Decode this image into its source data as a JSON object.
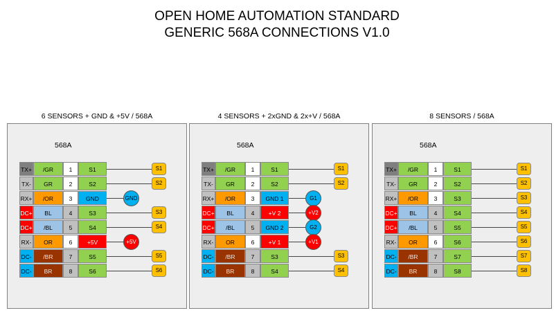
{
  "title_line1": "OPEN HOME AUTOMATION STANDARD",
  "title_line2": "GENERIC 568A CONNECTIONS V1.0",
  "colors": {
    "gray_dark": "#7f7f7f",
    "gray_light": "#c0c0c0",
    "green": "#92d050",
    "orange": "#ff9900",
    "blue": "#00b0f0",
    "light_blue": "#9dc3e6",
    "brown": "#993300",
    "red": "#ff0000",
    "white": "#ffffff",
    "yellow": "#ffc000"
  },
  "panels": [
    {
      "title": "6 SENSORS + GND & +5V / 568A",
      "label": "568A",
      "rows": [
        {
          "sig": "TX+",
          "sigc": "gray_dark",
          "pair": "/GR",
          "pairc": "green",
          "pin": "1",
          "pinc": "white",
          "name": "S1",
          "namec": "green",
          "end": {
            "type": "box",
            "text": "S1",
            "color": "yellow"
          }
        },
        {
          "sig": "TX-",
          "sigc": "gray_light",
          "pair": "GR",
          "pairc": "green",
          "pin": "2",
          "pinc": "white",
          "name": "S2",
          "namec": "green",
          "end": {
            "type": "box",
            "text": "S2",
            "color": "yellow"
          }
        },
        {
          "sig": "RX+",
          "sigc": "gray_light",
          "pair": "/OR",
          "pairc": "orange",
          "pin": "3",
          "pinc": "white",
          "name": "GND",
          "namec": "blue",
          "end": {
            "type": "circle",
            "text": "GND",
            "color": "blue"
          }
        },
        {
          "sig": "DC+",
          "sigc": "red",
          "pair": "BL",
          "pairc": "light_blue",
          "pin": "4",
          "pinc": "gray_light",
          "name": "S3",
          "namec": "green",
          "end": {
            "type": "box",
            "text": "S3",
            "color": "yellow"
          }
        },
        {
          "sig": "DC+",
          "sigc": "red",
          "pair": "/BL",
          "pairc": "light_blue",
          "pin": "5",
          "pinc": "gray_light",
          "name": "S4",
          "namec": "green",
          "end": {
            "type": "box",
            "text": "S4",
            "color": "yellow"
          }
        },
        {
          "sig": "RX-",
          "sigc": "gray_light",
          "pair": "OR",
          "pairc": "orange",
          "pin": "6",
          "pinc": "white",
          "name": "+5V",
          "namec": "red",
          "end": {
            "type": "circle",
            "text": "+5V",
            "color": "red"
          }
        },
        {
          "sig": "DC-",
          "sigc": "blue",
          "pair": "/BR",
          "pairc": "brown",
          "pin": "7",
          "pinc": "gray_light",
          "name": "S5",
          "namec": "green",
          "end": {
            "type": "box",
            "text": "S5",
            "color": "yellow"
          }
        },
        {
          "sig": "DC-",
          "sigc": "blue",
          "pair": "BR",
          "pairc": "brown",
          "pin": "8",
          "pinc": "gray_light",
          "name": "S6",
          "namec": "green",
          "end": {
            "type": "box",
            "text": "S6",
            "color": "yellow"
          }
        }
      ]
    },
    {
      "title": "4 SENSORS + 2xGND & 2x+V / 568A",
      "label": "568A",
      "rows": [
        {
          "sig": "TX+",
          "sigc": "gray_dark",
          "pair": "/GR",
          "pairc": "green",
          "pin": "1",
          "pinc": "white",
          "name": "S1",
          "namec": "green",
          "end": {
            "type": "box",
            "text": "S1",
            "color": "yellow"
          }
        },
        {
          "sig": "TX-",
          "sigc": "gray_light",
          "pair": "GR",
          "pairc": "green",
          "pin": "2",
          "pinc": "white",
          "name": "S2",
          "namec": "green",
          "end": {
            "type": "box",
            "text": "S2",
            "color": "yellow"
          }
        },
        {
          "sig": "RX+",
          "sigc": "gray_light",
          "pair": "/OR",
          "pairc": "orange",
          "pin": "3",
          "pinc": "white",
          "name": "GND 1",
          "namec": "blue",
          "end": {
            "type": "circle",
            "text": "G1",
            "color": "blue"
          }
        },
        {
          "sig": "DC+",
          "sigc": "red",
          "pair": "BL",
          "pairc": "light_blue",
          "pin": "4",
          "pinc": "gray_light",
          "name": "+V 2",
          "namec": "red",
          "end": {
            "type": "circle",
            "text": "+V2",
            "color": "red"
          }
        },
        {
          "sig": "DC+",
          "sigc": "red",
          "pair": "/BL",
          "pairc": "light_blue",
          "pin": "5",
          "pinc": "gray_light",
          "name": "GND 2",
          "namec": "blue",
          "end": {
            "type": "circle",
            "text": "G2",
            "color": "blue"
          }
        },
        {
          "sig": "RX-",
          "sigc": "gray_light",
          "pair": "OR",
          "pairc": "orange",
          "pin": "6",
          "pinc": "white",
          "name": "+V 1",
          "namec": "red",
          "end": {
            "type": "circle",
            "text": "+V1",
            "color": "red"
          }
        },
        {
          "sig": "DC-",
          "sigc": "blue",
          "pair": "/BR",
          "pairc": "brown",
          "pin": "7",
          "pinc": "gray_light",
          "name": "S3",
          "namec": "green",
          "end": {
            "type": "box",
            "text": "S3",
            "color": "yellow"
          }
        },
        {
          "sig": "DC-",
          "sigc": "blue",
          "pair": "BR",
          "pairc": "brown",
          "pin": "8",
          "pinc": "gray_light",
          "name": "S4",
          "namec": "green",
          "end": {
            "type": "box",
            "text": "S4",
            "color": "yellow"
          }
        }
      ]
    },
    {
      "title": "8 SENSORS / 568A",
      "label": "568A",
      "rows": [
        {
          "sig": "TX+",
          "sigc": "gray_dark",
          "pair": "/GR",
          "pairc": "green",
          "pin": "1",
          "pinc": "white",
          "name": "S1",
          "namec": "green",
          "end": {
            "type": "box",
            "text": "S1",
            "color": "yellow"
          }
        },
        {
          "sig": "TX-",
          "sigc": "gray_light",
          "pair": "GR",
          "pairc": "green",
          "pin": "2",
          "pinc": "white",
          "name": "S2",
          "namec": "green",
          "end": {
            "type": "box",
            "text": "S2",
            "color": "yellow"
          }
        },
        {
          "sig": "RX+",
          "sigc": "gray_light",
          "pair": "/OR",
          "pairc": "orange",
          "pin": "3",
          "pinc": "white",
          "name": "S3",
          "namec": "green",
          "end": {
            "type": "box",
            "text": "S3",
            "color": "yellow"
          }
        },
        {
          "sig": "DC+",
          "sigc": "red",
          "pair": "BL",
          "pairc": "light_blue",
          "pin": "4",
          "pinc": "gray_light",
          "name": "S4",
          "namec": "green",
          "end": {
            "type": "box",
            "text": "S4",
            "color": "yellow"
          }
        },
        {
          "sig": "DC+",
          "sigc": "red",
          "pair": "/BL",
          "pairc": "light_blue",
          "pin": "5",
          "pinc": "gray_light",
          "name": "S5",
          "namec": "green",
          "end": {
            "type": "box",
            "text": "S5",
            "color": "yellow"
          }
        },
        {
          "sig": "RX-",
          "sigc": "gray_light",
          "pair": "OR",
          "pairc": "orange",
          "pin": "6",
          "pinc": "white",
          "name": "S6",
          "namec": "green",
          "end": {
            "type": "box",
            "text": "S6",
            "color": "yellow"
          }
        },
        {
          "sig": "DC-",
          "sigc": "blue",
          "pair": "/BR",
          "pairc": "brown",
          "pin": "7",
          "pinc": "gray_light",
          "name": "S7",
          "namec": "green",
          "end": {
            "type": "box",
            "text": "S7",
            "color": "yellow"
          }
        },
        {
          "sig": "DC-",
          "sigc": "blue",
          "pair": "BR",
          "pairc": "brown",
          "pin": "8",
          "pinc": "gray_light",
          "name": "S8",
          "namec": "green",
          "end": {
            "type": "box",
            "text": "S8",
            "color": "yellow"
          }
        }
      ]
    }
  ]
}
